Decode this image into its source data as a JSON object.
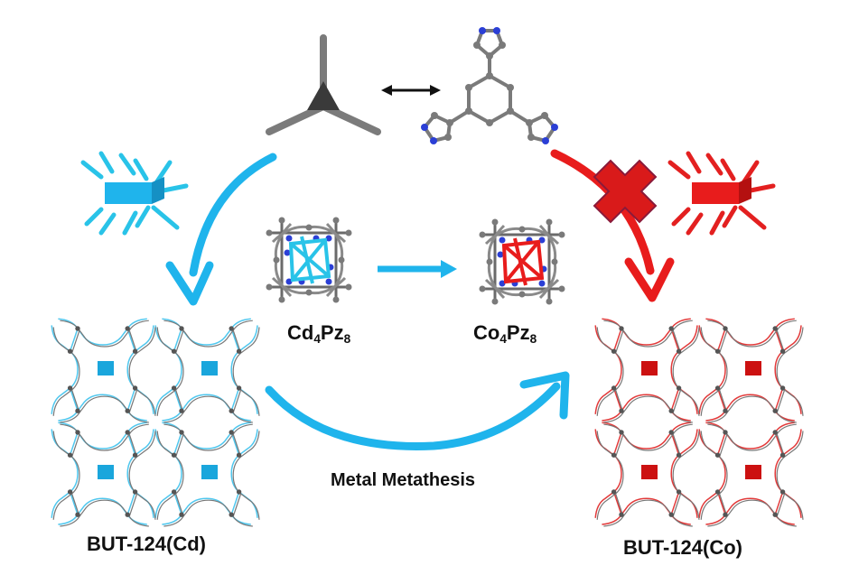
{
  "labels": {
    "cd_cluster_metal": "Cd",
    "cd_cluster_metal_sub": "4",
    "cd_cluster_ligand": "Pz",
    "cd_cluster_ligand_sub": "8",
    "co_cluster_metal": "Co",
    "co_cluster_metal_sub": "4",
    "co_cluster_ligand": "Pz",
    "co_cluster_ligand_sub": "8",
    "metathesis": "Metal Metathesis",
    "framework_cd": "BUT-124(Cd)",
    "framework_co": "BUT-124(Co)"
  },
  "colors": {
    "cd_blue": "#1fb4ec",
    "co_red": "#e81c1c",
    "atom_gray": "#7a7a7a",
    "nitrogen_blue": "#2b3fd6",
    "text": "#111111"
  },
  "icons": {
    "tritopic_node": "trigonal-node-icon",
    "ligand": "tris-pyrazolyl-benzene-icon",
    "cd_cluster": "cd4pz8-cluster-icon",
    "co_cluster": "co4pz8-cluster-icon",
    "cd_eight_connected": "eight-connected-node-icon",
    "co_eight_connected": "eight-connected-node-icon",
    "forbidden": "red-cross-icon"
  }
}
